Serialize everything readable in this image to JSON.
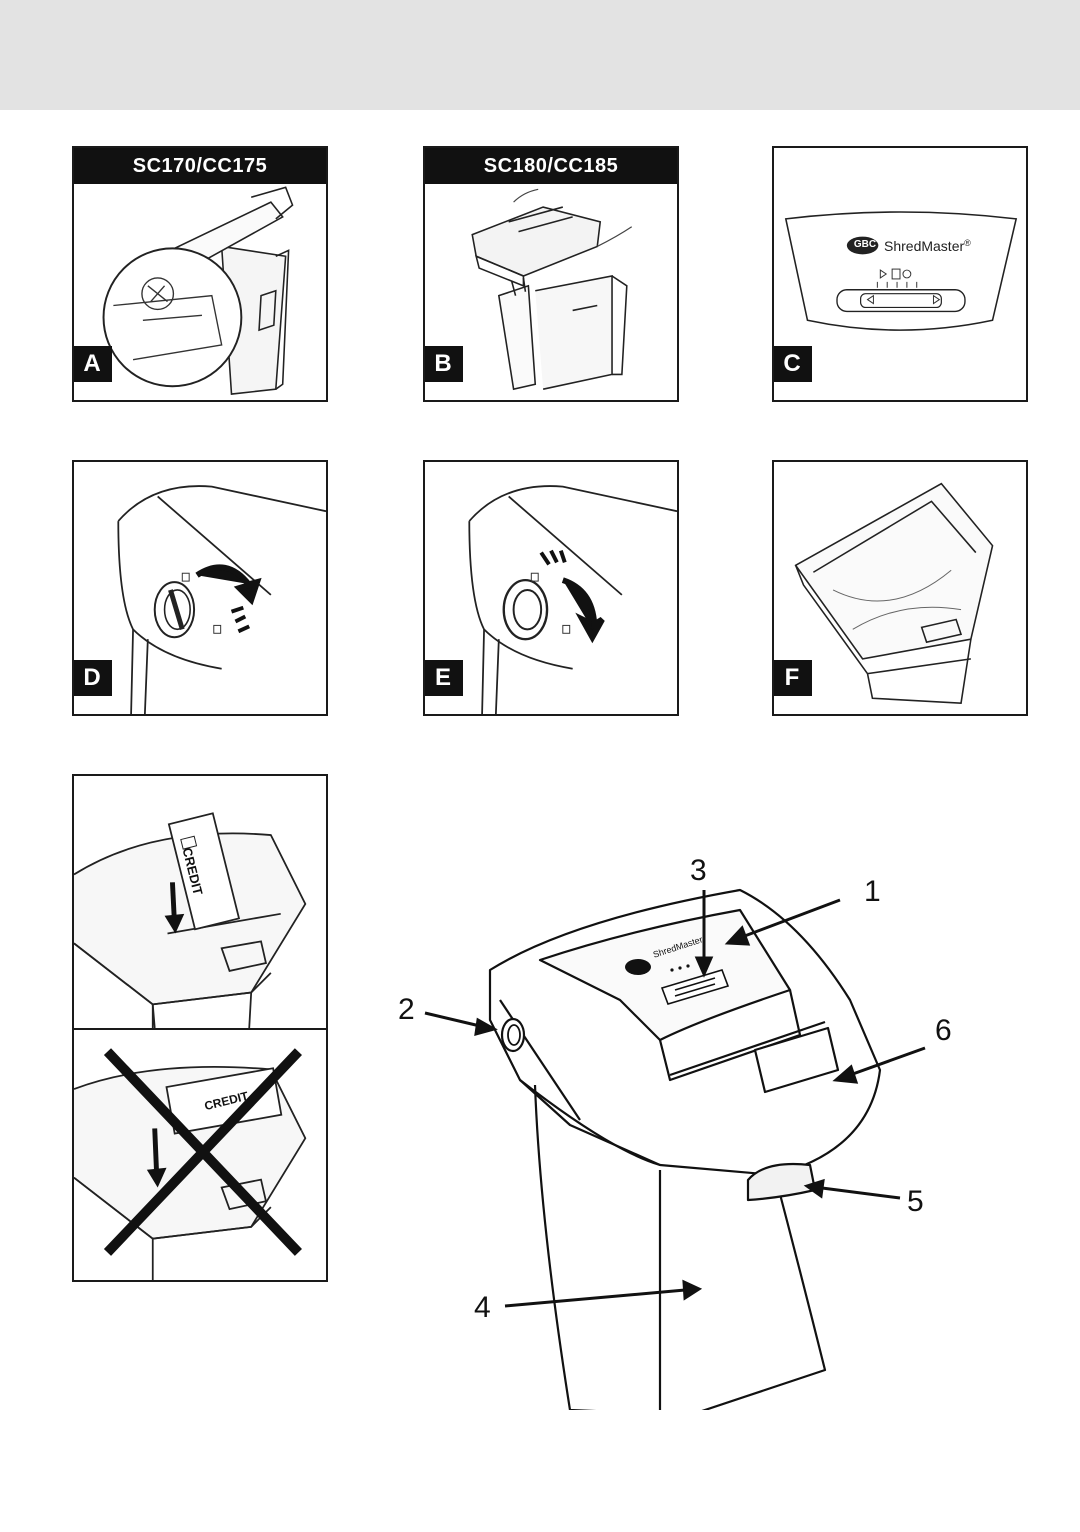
{
  "models": {
    "left": "SC170/CC175",
    "right": "SC180/CC185"
  },
  "figures": {
    "a": "A",
    "b": "B",
    "c": "C",
    "d": "D",
    "e": "E",
    "f": "F"
  },
  "control_panel": {
    "logo": "GBC",
    "brand": "ShredMaster",
    "trademark": "®"
  },
  "credit_card": {
    "text": "CREDIT"
  },
  "callouts": {
    "n1": "1",
    "n2": "2",
    "n3": "3",
    "n4": "4",
    "n5": "5",
    "n6": "6"
  }
}
